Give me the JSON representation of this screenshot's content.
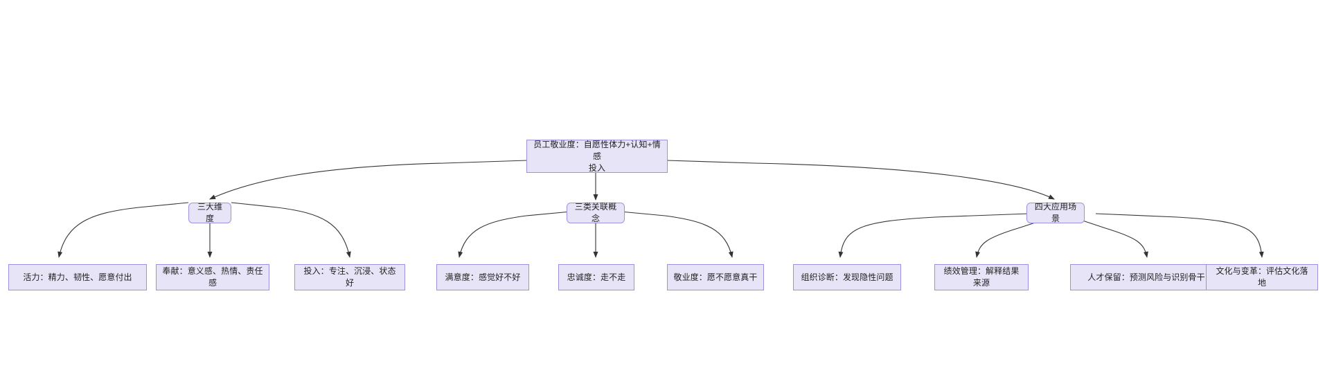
{
  "diagram": {
    "type": "flowchart",
    "direction": "top-down",
    "background_color": "#ffffff",
    "node_fill_color": "#e8e4f8",
    "node_border_color": "#9f8fe0",
    "node_text_color": "#1f1f1f",
    "edge_color": "#333333",
    "nodes": {
      "root": {
        "id": "root",
        "label": "员工敬业度：自愿性体力+认知+情感\n投入",
        "shape": "rectangle",
        "level": 0
      },
      "branch_dimensions": {
        "id": "branch_dimensions",
        "label": "三大维度",
        "shape": "rounded-rectangle",
        "level": 1
      },
      "branch_concepts": {
        "id": "branch_concepts",
        "label": "三类关联概念",
        "shape": "rounded-rectangle",
        "level": 1
      },
      "branch_scenarios": {
        "id": "branch_scenarios",
        "label": "四大应用场景",
        "shape": "rounded-rectangle",
        "level": 1
      },
      "leaf_vigor": {
        "id": "leaf_vigor",
        "label": "活力：精力、韧性、愿意付出",
        "shape": "rectangle",
        "level": 2
      },
      "leaf_dedication": {
        "id": "leaf_dedication",
        "label": "奉献：意义感、热情、责任感",
        "shape": "rectangle",
        "level": 2
      },
      "leaf_absorption": {
        "id": "leaf_absorption",
        "label": "投入：专注、沉浸、状态好",
        "shape": "rectangle",
        "level": 2
      },
      "leaf_satisfaction": {
        "id": "leaf_satisfaction",
        "label": "满意度：感觉好不好",
        "shape": "rectangle",
        "level": 2
      },
      "leaf_loyalty": {
        "id": "leaf_loyalty",
        "label": "忠诚度：走不走",
        "shape": "rectangle",
        "level": 2
      },
      "leaf_engagement": {
        "id": "leaf_engagement",
        "label": "敬业度：愿不愿意真干",
        "shape": "rectangle",
        "level": 2
      },
      "leaf_diagnosis": {
        "id": "leaf_diagnosis",
        "label": "组织诊断：发现隐性问题",
        "shape": "rectangle",
        "level": 2
      },
      "leaf_performance": {
        "id": "leaf_performance",
        "label": "绩效管理：解释结果来源",
        "shape": "rectangle",
        "level": 2
      },
      "leaf_retention": {
        "id": "leaf_retention",
        "label": "人才保留：预测风险与识别骨干",
        "shape": "rectangle",
        "level": 2
      },
      "leaf_culture": {
        "id": "leaf_culture",
        "label": "文化与变革：评估文化落地",
        "shape": "rectangle",
        "level": 2
      }
    },
    "edges": [
      {
        "from": "root",
        "to": "branch_dimensions",
        "arrow": "end"
      },
      {
        "from": "root",
        "to": "branch_concepts",
        "arrow": "end"
      },
      {
        "from": "root",
        "to": "branch_scenarios",
        "arrow": "end"
      },
      {
        "from": "branch_dimensions",
        "to": "leaf_vigor",
        "arrow": "end"
      },
      {
        "from": "branch_dimensions",
        "to": "leaf_dedication",
        "arrow": "end"
      },
      {
        "from": "branch_dimensions",
        "to": "leaf_absorption",
        "arrow": "end"
      },
      {
        "from": "branch_concepts",
        "to": "leaf_satisfaction",
        "arrow": "end"
      },
      {
        "from": "branch_concepts",
        "to": "leaf_loyalty",
        "arrow": "end"
      },
      {
        "from": "branch_concepts",
        "to": "leaf_engagement",
        "arrow": "end"
      },
      {
        "from": "branch_scenarios",
        "to": "leaf_diagnosis",
        "arrow": "end"
      },
      {
        "from": "branch_scenarios",
        "to": "leaf_performance",
        "arrow": "end"
      },
      {
        "from": "branch_scenarios",
        "to": "leaf_retention",
        "arrow": "end"
      },
      {
        "from": "branch_scenarios",
        "to": "leaf_culture",
        "arrow": "end"
      }
    ]
  }
}
